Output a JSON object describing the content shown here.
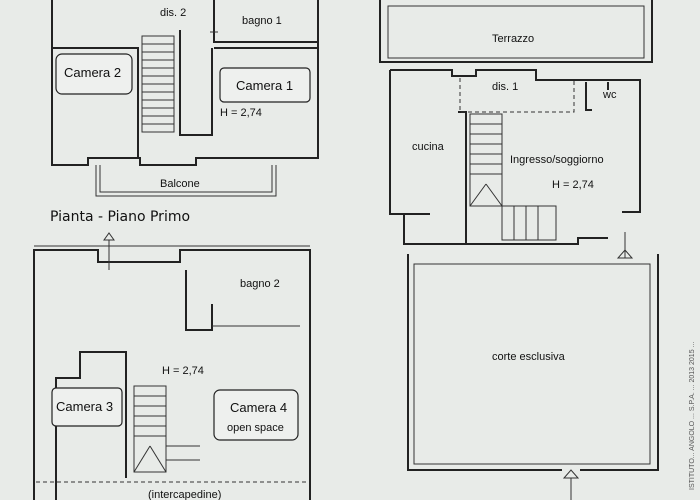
{
  "plan_top": {
    "rooms": {
      "dis2": "dis. 2",
      "bagno1": "bagno 1",
      "camera2": "Camera 2",
      "camera1": "Camera 1",
      "height": "H = 2,74",
      "balcone": "Balcone"
    },
    "title": "Pianta - Piano Primo"
  },
  "plan_bottom": {
    "rooms": {
      "bagno2": "bagno 2",
      "height": "H = 2,74",
      "camera3": "Camera 3",
      "camera4": "Camera 4",
      "camera4_sub": "open space",
      "intermediate": "(intercapedine)"
    }
  },
  "plan_right": {
    "rooms": {
      "terrazzo": "Terrazzo",
      "dis1": "dis. 1",
      "wc": "wc",
      "cucina": "cucina",
      "soggiorno": "Ingresso/soggiorno",
      "height": "H = 2,74",
      "corte": "corte esclusiva"
    }
  },
  "side_note": "ISTITUTO... ANGOLO ... S.P.A. ... 2013 2015 ..."
}
